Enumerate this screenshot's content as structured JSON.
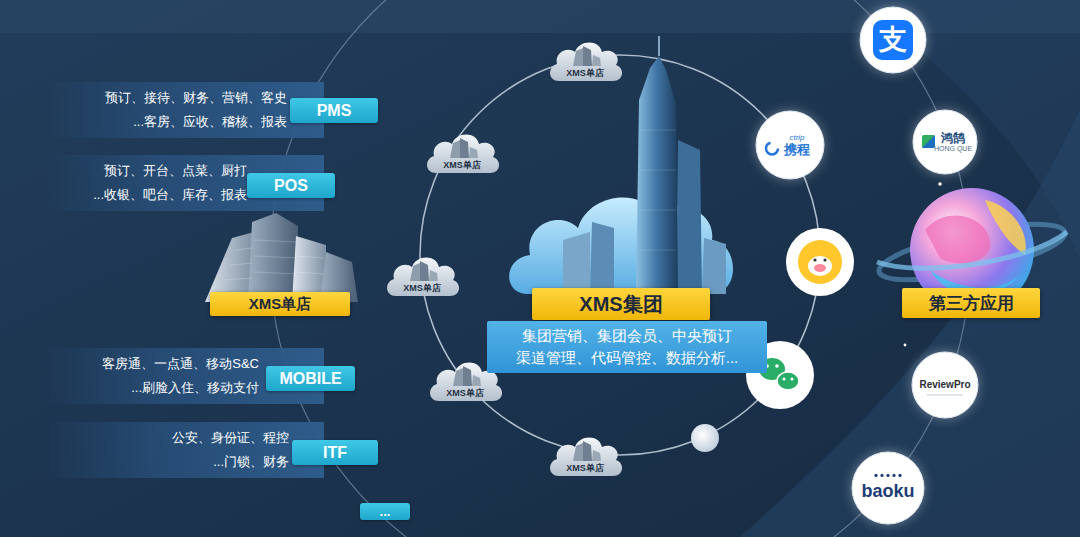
{
  "diagram": {
    "nodes": [
      {
        "text": [
          "预订、接待、财务、营销、客史 ...客房、应收、稽核、报表"
        ]
      },
      {
        "text": [
          "PMS"
        ]
      },
      {
        "text": [
          "预订、开台、点菜、厨打 ...收银、吧台、库存、报表"
        ]
      },
      {
        "text": [
          "POS"
        ]
      },
      {
        "text": [
          "XMS单店"
        ]
      },
      {
        "text": [
          "客房通、一点通、移动S&C ...刷脸入住、移动支付"
        ]
      },
      {
        "text": [
          "MOBILE"
        ]
      },
      {
        "text": [
          "公安、身份证、程控 ...门锁、财务"
        ]
      },
      {
        "text": [
          "ITF"
        ]
      },
      {
        "text": [
          "..."
        ]
      },
      {
        "text": [
          "XMS单店"
        ]
      },
      {
        "text": [
          "XMS单店"
        ]
      },
      {
        "text": [
          "XMS单店"
        ]
      },
      {
        "text": [
          "XMS单店"
        ]
      },
      {
        "text": [
          "XMS单店"
        ]
      },
      {
        "text": [
          "XMS集团"
        ]
      },
      {
        "text": [
          "集团营销、集团会员、中央预订 渠道管理、代码管控、数据分析..."
        ]
      },
      {
        "text": [
          "支"
        ]
      },
      {
        "text": [
          "ctrip",
          "携程"
        ]
      },
      {
        "text": [
          "鸿鹄",
          "HONG QUE"
        ]
      },
      {
        "text": [
          "第三方应用"
        ]
      },
      {
        "text": [
          "ReviewPro"
        ]
      },
      {
        "text": [
          "baoku"
        ]
      }
    ]
  }
}
